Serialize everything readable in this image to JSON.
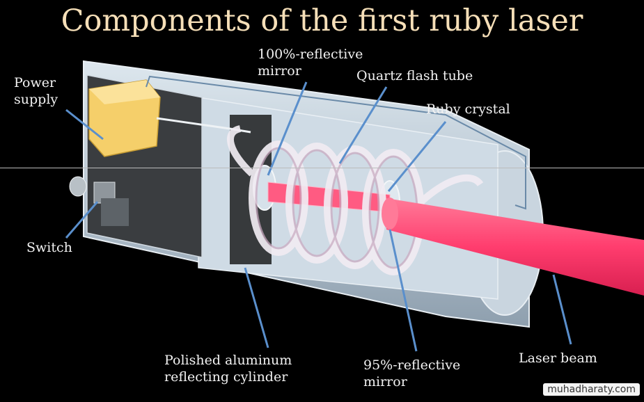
{
  "title": "Components of the first ruby laser",
  "labels": {
    "power_supply": "Power\nsupply",
    "mirror_100": "100%-reflective\nmirror",
    "flash_tube": "Quartz flash tube",
    "ruby_crystal": "Ruby crystal",
    "switch": "Switch",
    "cylinder": "Polished aluminum\nreflecting cylinder",
    "mirror_95": "95%-reflective\nmirror",
    "laser_beam": "Laser beam"
  },
  "watermark": "muhadharaty.com",
  "colors": {
    "background": "#000000",
    "title": "#f6dfb8",
    "beam": "#ff3d6e",
    "power_supply": "#f5cf6a",
    "arrow": "#5a8fcc"
  }
}
